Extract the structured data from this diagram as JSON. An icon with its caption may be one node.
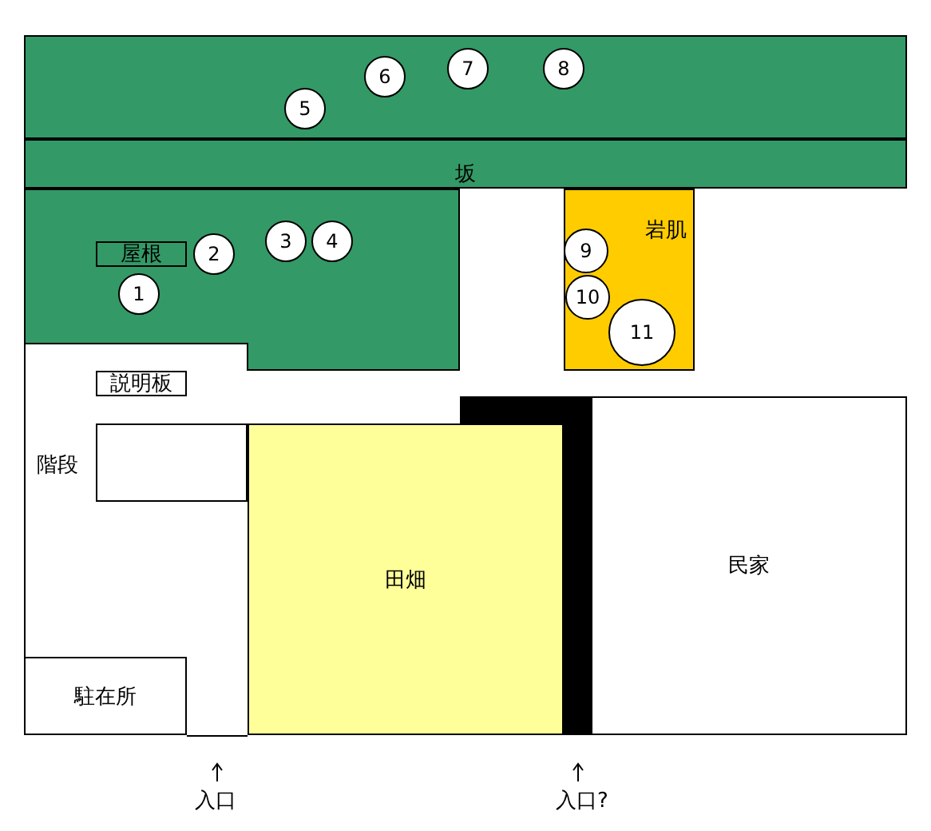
{
  "diagram": {
    "nodes": [
      {
        "text": [],
        "shape": "box"
      },
      {
        "text": [
          "5"
        ],
        "in": 0
      },
      {
        "text": [
          "6"
        ],
        "in": 0
      },
      {
        "text": [
          "7"
        ],
        "in": 0
      },
      {
        "text": [
          "8"
        ],
        "in": 0
      },
      {
        "text": [
          "坂"
        ]
      },
      {
        "text": [],
        "shape": "box"
      },
      {
        "text": [
          "屋根"
        ],
        "in": 6
      },
      {
        "text": [
          "2"
        ],
        "in": 6
      },
      {
        "text": [
          "3"
        ],
        "in": 6
      },
      {
        "text": [
          "4"
        ],
        "in": 6
      },
      {
        "text": [
          "1"
        ],
        "in": 6
      },
      {
        "text": [
          "岩肌"
        ]
      },
      {
        "text": [
          "9"
        ],
        "in": 12
      },
      {
        "text": [
          "10"
        ],
        "in": 12
      },
      {
        "text": [
          "11"
        ],
        "in": 12
      },
      {
        "text": [
          "説明板"
        ]
      },
      {
        "text": [
          "階段"
        ]
      },
      {
        "text": [],
        "shape": "bar"
      },
      {
        "text": [
          "田畑"
        ]
      },
      {
        "text": [
          "民家"
        ]
      },
      {
        "text": [
          "駐在所"
        ]
      }
    ],
    "labels": [
      "入口",
      "入口?"
    ]
  }
}
